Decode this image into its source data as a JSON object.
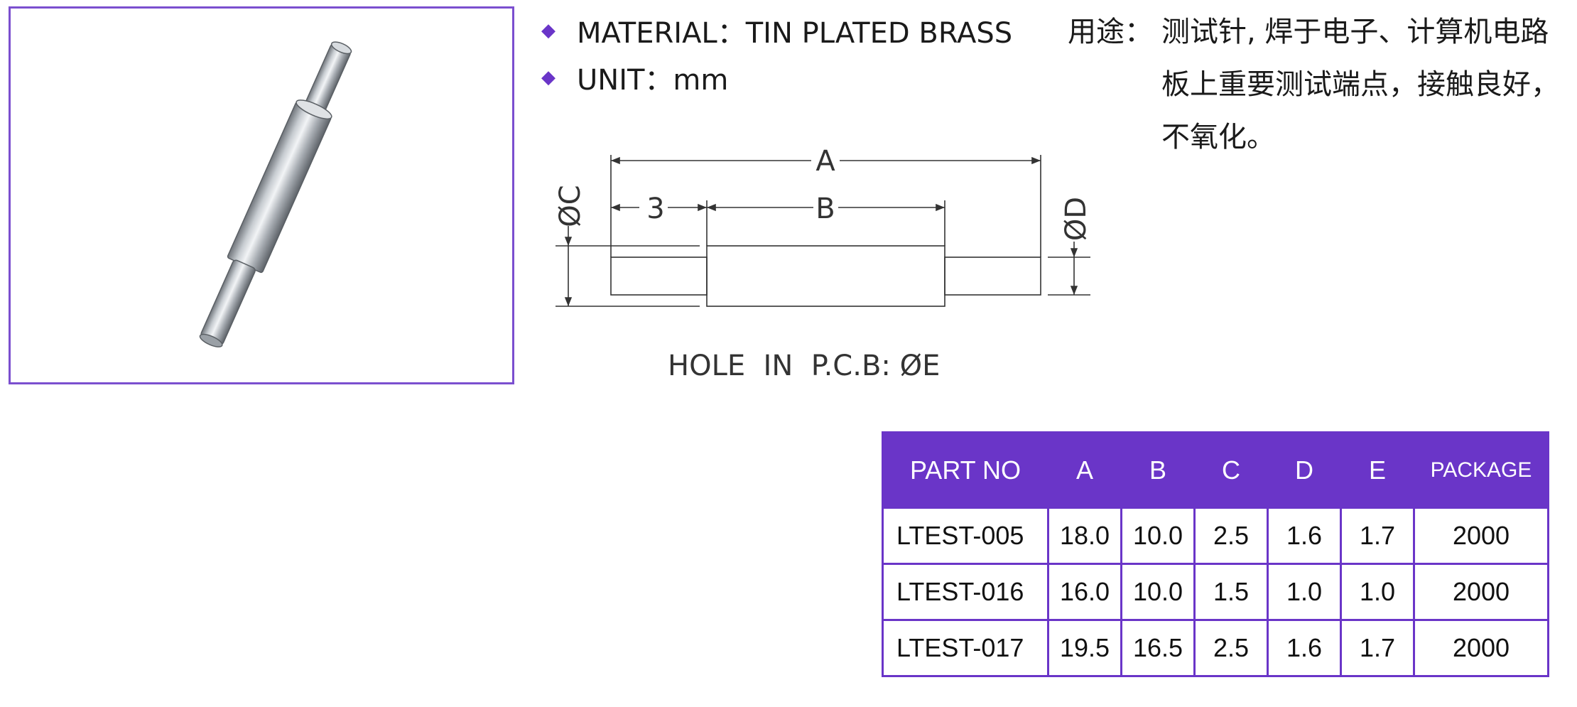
{
  "specs": [
    {
      "label": "MATERIAL：TIN PLATED BRASS"
    },
    {
      "label": "UNIT：mm"
    }
  ],
  "usage": {
    "label": "用途：",
    "text": "测试针, 焊于电子、计算机电路板上重要测试端点，接触良好，不氧化。"
  },
  "drawing": {
    "dim_a": "A",
    "dim_b": "B",
    "dim_3": "3",
    "dim_c": "ØC",
    "dim_d": "ØD",
    "hole_note": "HOLE  IN  P.C.B: ØE"
  },
  "table": {
    "headers": [
      "PART NO",
      "A",
      "B",
      "C",
      "D",
      "E",
      "PACKAGE"
    ],
    "rows": [
      [
        "LTEST-005",
        "18.0",
        "10.0",
        "2.5",
        "1.6",
        "1.7",
        "2000"
      ],
      [
        "LTEST-016",
        "16.0",
        "10.0",
        "1.5",
        "1.0",
        "1.0",
        "2000"
      ],
      [
        "LTEST-017",
        "19.5",
        "16.5",
        "2.5",
        "1.6",
        "1.7",
        "2000"
      ]
    ]
  },
  "colors": {
    "accent": "#6a35c8",
    "frame": "#7b4fcf",
    "line": "#333333"
  }
}
